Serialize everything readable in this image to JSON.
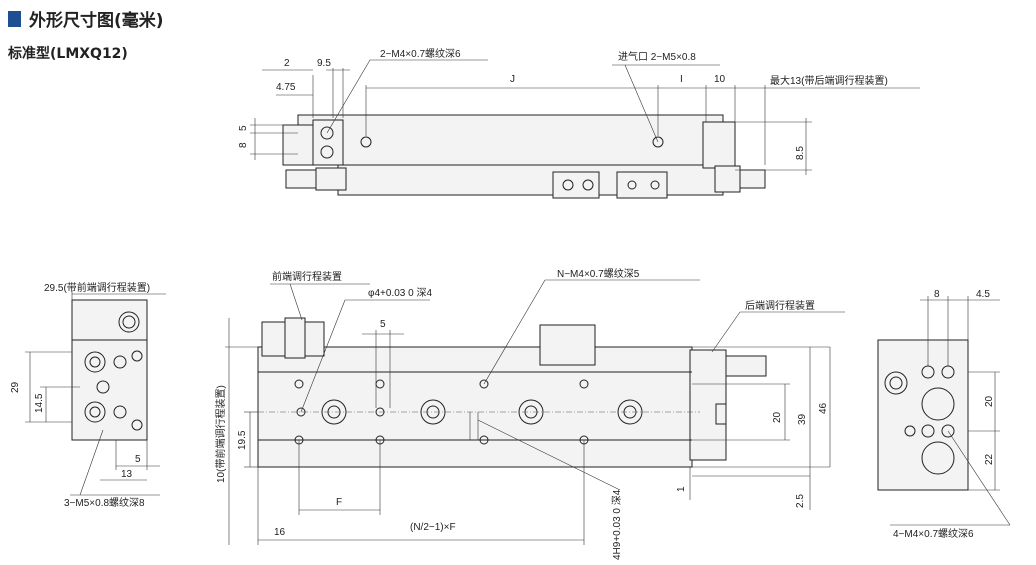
{
  "header": {
    "title": "外形尺寸图(毫米)"
  },
  "model": {
    "label": "标准型(LMXQ12)"
  },
  "top_view": {
    "dims": {
      "d2": "2",
      "d9_5": "9.5",
      "d4_75": "4.75",
      "d5": "5",
      "d8": "8",
      "j": "J",
      "i": "I",
      "d10": "10",
      "d8_5": "8.5"
    },
    "callout_tapped": "2−M4×0.7螺纹深6",
    "callout_inlet": "进气口 2−M5×0.8",
    "callout_max": "最大13(带后端调行程装置)"
  },
  "left_view": {
    "callout_top": "29.5(带前端调行程装置)",
    "dims": {
      "d29": "29",
      "d14_5": "14.5",
      "d5": "5",
      "d13": "13"
    },
    "callout_bottom": "3−M5×0.8螺纹深8"
  },
  "front_view": {
    "callout_front_adj": "前端调行程装置",
    "callout_pin": "φ4+0.03 0 深4",
    "callout_n_holes": "N−M4×0.7螺纹深5",
    "callout_rear_adj": "后端调行程装置",
    "dims": {
      "d5": "5",
      "d19_5": "19.5",
      "d10_side": "10(带前端调行程装置)",
      "f": "F",
      "d16": "16",
      "nf": "(N/2−1)×F",
      "d20": "20",
      "d39": "39",
      "d46": "46",
      "d2_5": "2.5",
      "d1": "1",
      "slot": "4H9+0.03 0 深4"
    }
  },
  "right_view": {
    "dims": {
      "d8": "8",
      "d4_5": "4.5",
      "d20": "20",
      "d22": "22"
    },
    "callout": "4−M4×0.7螺纹深6"
  }
}
